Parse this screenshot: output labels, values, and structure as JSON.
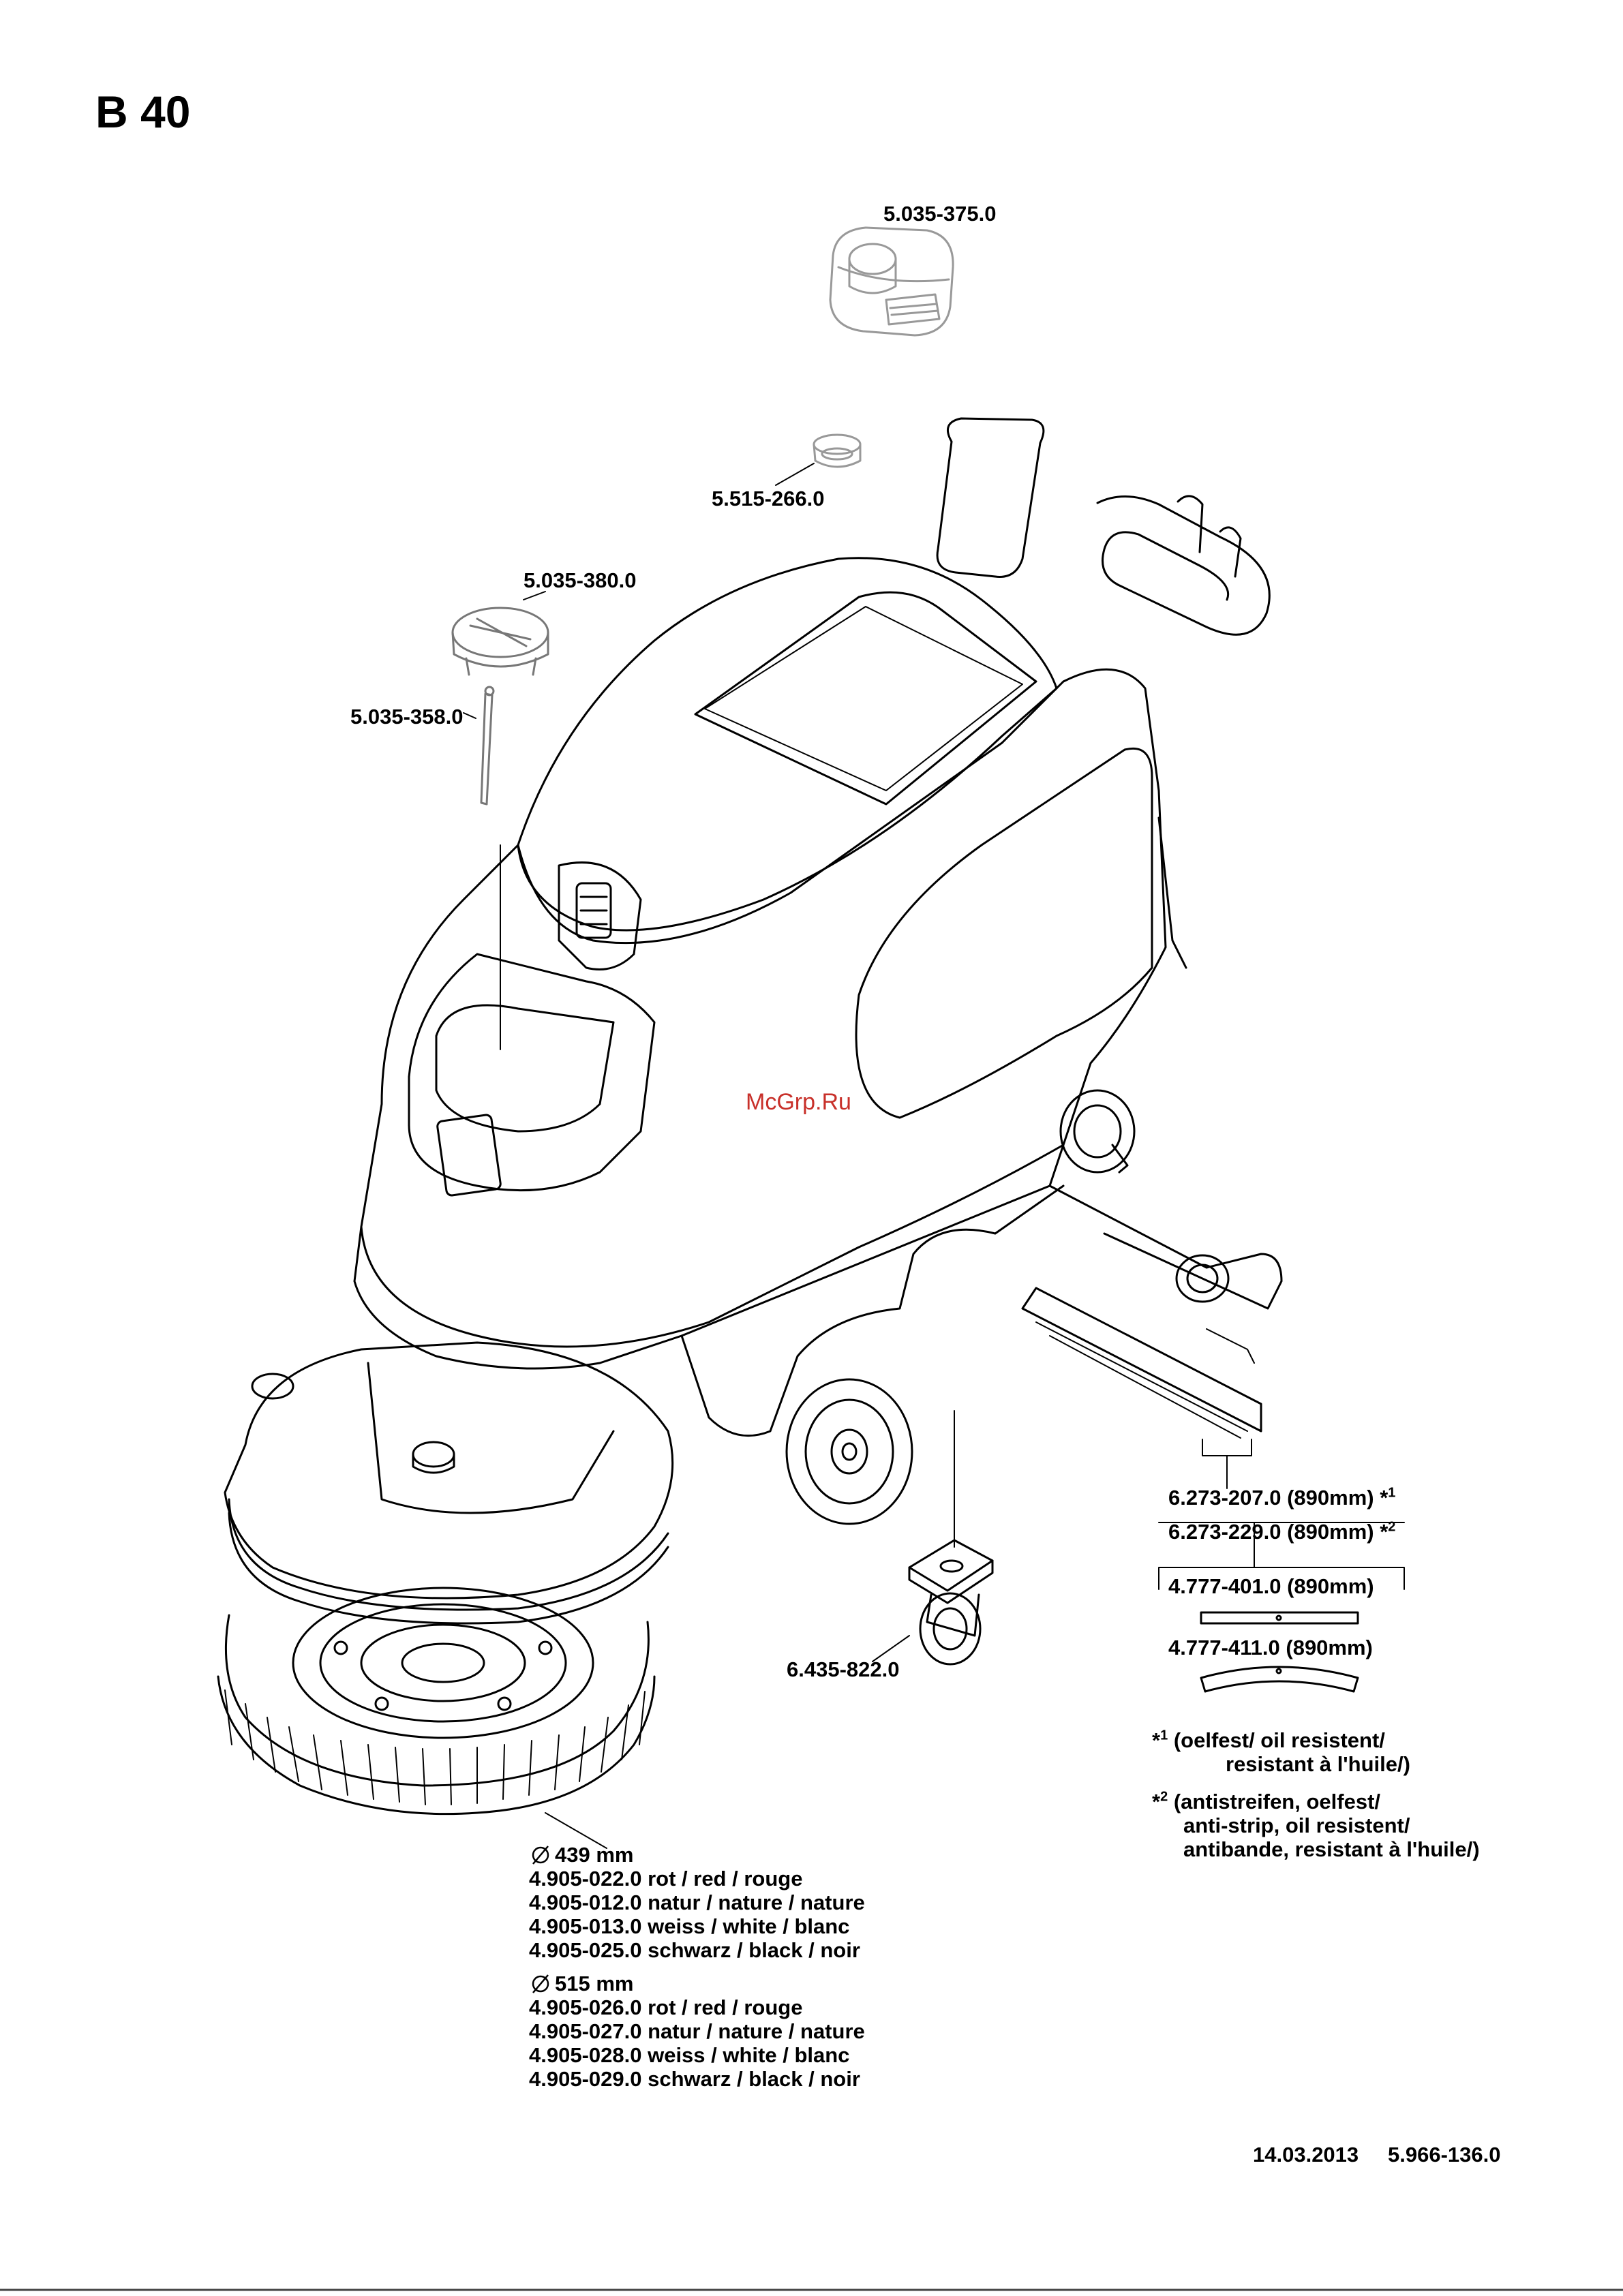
{
  "title": "B 40",
  "watermark": "McGrp.Ru",
  "parts": {
    "p_5035_375": "5.035-375.0",
    "p_5515_266": "5.515-266.0",
    "p_5035_380": "5.035-380.0",
    "p_5035_358": "5.035-358.0",
    "p_6273_207": "6.273-207.0 (890mm)",
    "p_6273_207_mark": "*",
    "p_6273_207_sup": "1",
    "p_6273_229": "6.273-229.0 (890mm)",
    "p_6273_229_mark": "*",
    "p_6273_229_sup": "2",
    "p_4777_401": "4.777-401.0 (890mm)",
    "p_4777_411": "4.777-411.0 (890mm)",
    "p_6435_822": "6.435-822.0"
  },
  "footnotes": {
    "note1_mark": "*",
    "note1_sup": "1",
    "note1_lines": [
      "(oelfest/ oil resistent/",
      "resistant à l'huile/)"
    ],
    "note2_mark": "*",
    "note2_sup": "2",
    "note2_lines": [
      "(antistreifen, oelfest/",
      "anti-strip, oil resistent/",
      "antibande, resistant à l'huile/)"
    ]
  },
  "brushes": {
    "size1": "439 mm",
    "size1_items": [
      "4.905-022.0 rot / red / rouge",
      "4.905-012.0 natur / nature / nature",
      "4.905-013.0 weiss / white / blanc",
      "4.905-025.0 schwarz / black / noir"
    ],
    "size2": "515 mm",
    "size2_items": [
      "4.905-026.0 rot / red / rouge",
      "4.905-027.0 natur / nature / nature",
      "4.905-028.0 weiss / white / blanc",
      "4.905-029.0 schwarz / black / noir"
    ]
  },
  "footer": {
    "date": "14.03.2013",
    "doc_number": "5.966-136.0"
  },
  "icons": {
    "diameter": "diameter-icon"
  }
}
